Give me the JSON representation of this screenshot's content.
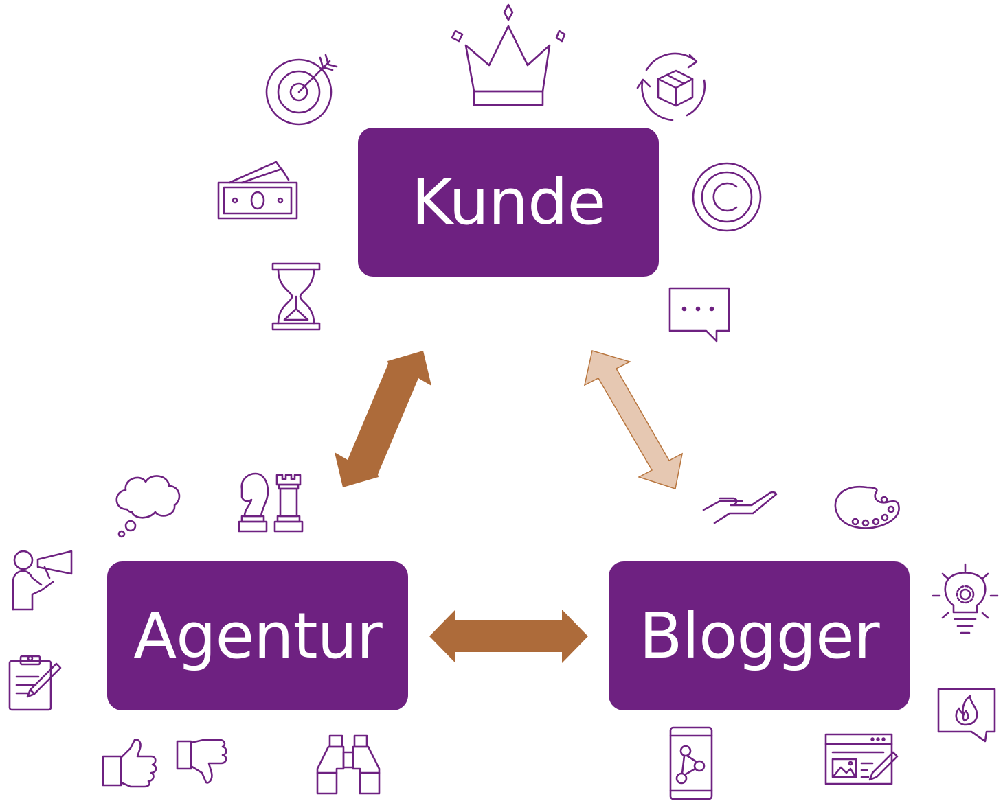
{
  "nodes": {
    "kunde": "Kunde",
    "agentur": "Agentur",
    "blogger": "Blogger"
  },
  "colors": {
    "box": "#6e2181",
    "box_text": "#ffffff",
    "arrow_dark": "#ad6b3a",
    "arrow_light": "#e6c8b2",
    "icon_stroke": "#6e2181"
  },
  "icons": {
    "kunde": [
      "target-icon",
      "crown-icon",
      "box-cycle-icon",
      "money-icon",
      "copyright-icon",
      "hourglass-icon",
      "chat-bubble-icon"
    ],
    "agentur": [
      "thought-cloud-icon",
      "chess-icon",
      "megaphone-person-icon",
      "clipboard-icon",
      "thumbs-up-icon",
      "thumbs-down-icon",
      "binoculars-icon"
    ],
    "blogger": [
      "giving-hand-icon",
      "palette-icon",
      "lightbulb-gear-icon",
      "flame-bubble-icon",
      "mobile-network-icon",
      "web-edit-icon"
    ]
  }
}
